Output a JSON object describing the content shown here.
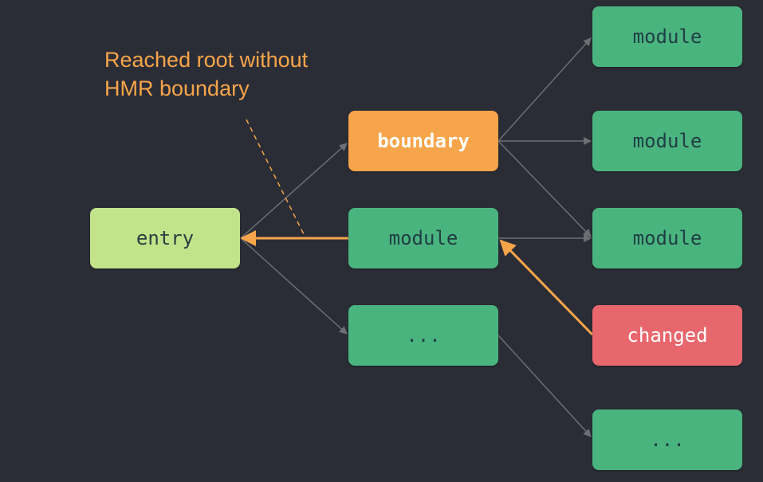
{
  "annotation": {
    "line1": "Reached root without",
    "line2": "HMR boundary"
  },
  "nodes": {
    "entry": "entry",
    "boundary": "boundary",
    "module_mid": "module",
    "dots_mid": "...",
    "module_top": "module",
    "module_upper": "module",
    "module_right": "module",
    "changed": "changed",
    "dots_bottom": "..."
  },
  "colors": {
    "background": "#2b2d36",
    "module": "#4ab47f",
    "entry": "#c2e38a",
    "boundary": "#f7a54a",
    "changed": "#e8676d",
    "edge": "#6d6f74",
    "hmr_path": "#f7a54a"
  },
  "edges": [
    {
      "from": "entry",
      "to": "boundary",
      "style": "gray"
    },
    {
      "from": "entry",
      "to": "dots_mid",
      "style": "gray"
    },
    {
      "from": "boundary",
      "to": "module_top",
      "style": "gray"
    },
    {
      "from": "boundary",
      "to": "module_upper",
      "style": "gray"
    },
    {
      "from": "boundary",
      "to": "module_right",
      "style": "gray"
    },
    {
      "from": "module_mid",
      "to": "module_right",
      "style": "gray"
    },
    {
      "from": "dots_mid",
      "to": "dots_bottom",
      "style": "gray"
    },
    {
      "from": "changed",
      "to": "module_mid",
      "style": "orange"
    },
    {
      "from": "module_mid",
      "to": "entry",
      "style": "orange"
    }
  ]
}
